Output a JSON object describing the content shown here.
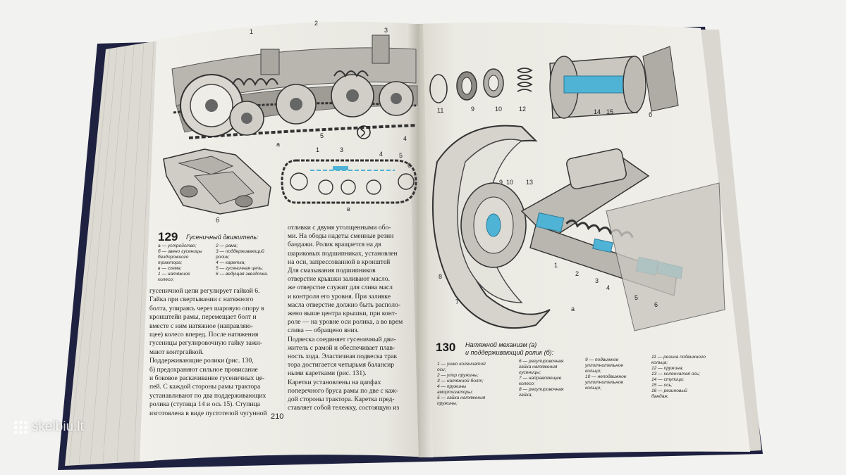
{
  "watermark": "skelbiu.lt",
  "left_page": {
    "page_number": "210",
    "figure_a_labels": [
      "1",
      "2",
      "3",
      "4",
      "5"
    ],
    "figure_a_letter": "а",
    "figure_b_letter": "б",
    "figure_c_letter": "в",
    "figure_c_labels": [
      "1",
      "3",
      "4",
      "5",
      "6"
    ],
    "figure_number": "129",
    "figure_title": "Гусеничный движитель:",
    "legend_left": [
      "а — устройство;",
      "б — звено гусеницы",
      "  бездорожного",
      "  трактора;",
      "в — схема;",
      "1 — натяжное",
      "  колесо;"
    ],
    "legend_right": [
      "2 — рама;",
      "3 — поддерживающий",
      "  ролик;",
      "4 — каретка;",
      "5 — гусеничная цепь;",
      "6 — ведущая звездочка."
    ],
    "column1": [
      "гусеничной цепи регулирует гайкой 6.",
      "Гайка при свертывании с натяжного",
      "болта, упираясь через шаровую опору в",
      "кронштейн рамы, перемещает болт и",
      "вместе с ним натяжное (направляю-",
      "щее) колесо вперед. После натяжения",
      "гусеницы регулировочную гайку зажи-",
      "мают контргайкой.",
      "Поддерживающие ролики (рис. 130,",
      "б) предохраняют сильное провисание",
      "и боковое раскачивание гусеничных це-",
      "пей. С каждой стороны рамы трактора",
      "устанавливают по два поддерживающих",
      "ролика (ступица 14 и ось 15). Ступица",
      "изготовлена в виде пустотелой чугунной"
    ],
    "column2": [
      "отливки с двумя утолщенными обо-",
      "ми. На ободы надеты сменные резин",
      "бандажи. Ролик вращается на дв",
      "шариковых подшипниках, установлен",
      "на оси, запрессованной в кронштей",
      "Для смазывания подшипников",
      "отверстие крышки заливают масло.",
      "же отверстие служит для слива масл",
      "и контроля его уровня. При заливке",
      "масла отверстие должно быть располо-",
      "жено выше центра крышки, при конт-",
      "роле — на уровне оси ролика, а во врем",
      "слива — обращено вниз.",
      "Подвеска соединяет гусеничный дви-",
      "житель с рамой и обеспечивает плав-",
      "ность хода. Эластичная подвеска трак",
      "тора достигается четырьмя балансир",
      "ными каретками (рис. 131).",
      "Каретки установлены на цапфах",
      "поперечного бруса рамы по две с каж-",
      "дой стороны трактора. Каретка пред-",
      "ставляет собой тележку, состоящую из"
    ]
  },
  "right_page": {
    "top_labels": [
      "11",
      "9",
      "10",
      "12",
      "14",
      "15"
    ],
    "top_letter": "б",
    "main_labels": [
      "9",
      "10",
      "13",
      "8",
      "7",
      "1",
      "2",
      "3",
      "4",
      "5",
      "6"
    ],
    "main_letter": "а",
    "figure_number": "130",
    "figure_title_line1": "Натяжной механизм (а)",
    "figure_title_line2": "и поддерживающий ролик (б):",
    "legend_col1": [
      "1 — ушко коленчатой",
      "  оси;",
      "2 — упор пружины;",
      "3 — натяжной болт;",
      "4 — пружины",
      "  амортизаторы;",
      "5 — гайка натяжения",
      "  пружины;"
    ],
    "legend_col2": [
      "6 — регулировочная",
      "  гайка натяжения",
      "  гусеницы;",
      "7 — направляющее",
      "  колесо;",
      "8 — регулировочная",
      "  гайка;"
    ],
    "legend_col3": [
      "9 — подвижное",
      "  уплотнительное",
      "  кольцо;",
      "10 — неподвижное",
      "  уплотнительное",
      "  кольцо;"
    ],
    "legend_col4": [
      "11 — резина подвижного",
      "  кольца;",
      "12 — пружина;",
      "13 — коленчатая ось;",
      "14 — ступица;",
      "15 — ось;",
      "16 — резиновый",
      "  бандаж."
    ]
  },
  "colors": {
    "paper": "#ecebe4",
    "ink": "#1e1e1e",
    "cover": "#1e2140",
    "highlight_blue": "#4fb3d6"
  }
}
